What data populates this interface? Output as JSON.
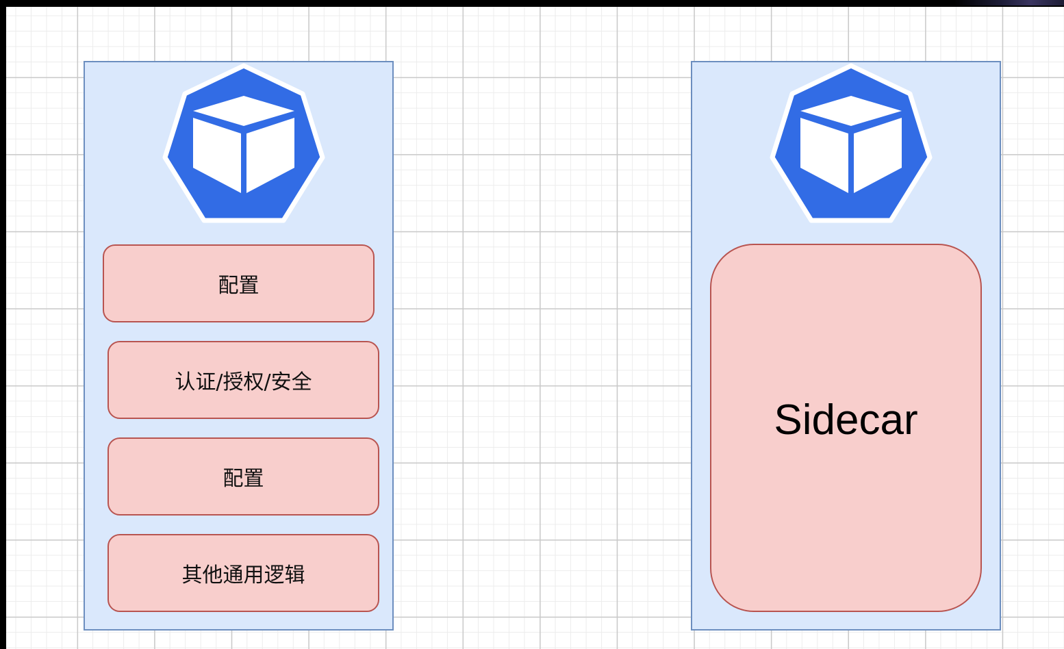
{
  "colors": {
    "pod_fill": "#dae8fc",
    "pod_border": "#6c8ebf",
    "box_fill": "#f8cecc",
    "box_border": "#b85450",
    "icon_blue": "#326ce5"
  },
  "left_pod": {
    "icon": "kubernetes-pod-icon",
    "boxes": [
      {
        "label": "配置"
      },
      {
        "label": "认证/授权/安全"
      },
      {
        "label": "配置"
      },
      {
        "label": "其他通用逻辑"
      }
    ]
  },
  "right_pod": {
    "icon": "kubernetes-pod-icon",
    "sidecar": {
      "label": "Sidecar"
    }
  }
}
